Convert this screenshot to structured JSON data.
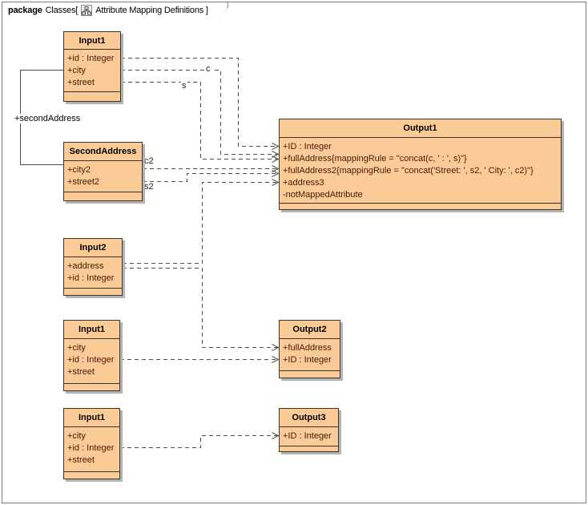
{
  "header": {
    "keyword": "package",
    "context": "Classes[",
    "diagram": "Attribute Mapping Definitions ]",
    "icon": "diagram-icon"
  },
  "colors": {
    "class_fill": "#FBCB97",
    "class_border": "#3f3226",
    "attribute_text": "#451b07",
    "connector": "#4d4d4d",
    "frame_border": "#7d7d7d",
    "shadow": "#b3b3b3"
  },
  "classes": {
    "input1_top": {
      "title": "Input1",
      "attrs": [
        "+id : Integer",
        "+city",
        "+street"
      ]
    },
    "second_address": {
      "title": "SecondAddress",
      "attrs": [
        "+city2",
        "+street2"
      ]
    },
    "input2": {
      "title": "Input2",
      "attrs": [
        "+address",
        "+id : Integer"
      ]
    },
    "input1_mid": {
      "title": "Input1",
      "attrs": [
        "+city",
        "+id : Integer",
        "+street"
      ]
    },
    "input1_bottom": {
      "title": "Input1",
      "attrs": [
        "+city",
        "+id : Integer",
        "+street"
      ]
    },
    "output1": {
      "title": "Output1",
      "attrs": [
        "+ID : Integer",
        "+fullAddress{mappingRule = \"concat(c, ' : ', s)\"}",
        "+fullAddress2{mappingRule = \"concat('Street: ', s2, ' City: ', c2)\"}",
        "+address3",
        "-notMappedAttribute"
      ]
    },
    "output2": {
      "title": "Output2",
      "attrs": [
        "+fullAddress",
        "+ID : Integer"
      ]
    },
    "output3": {
      "title": "Output3",
      "attrs": [
        "+ID : Integer"
      ]
    }
  },
  "edge_labels": {
    "second_address": "+secondAddress",
    "c": "c",
    "s": "s",
    "c2": "c2",
    "s2": "s2"
  }
}
